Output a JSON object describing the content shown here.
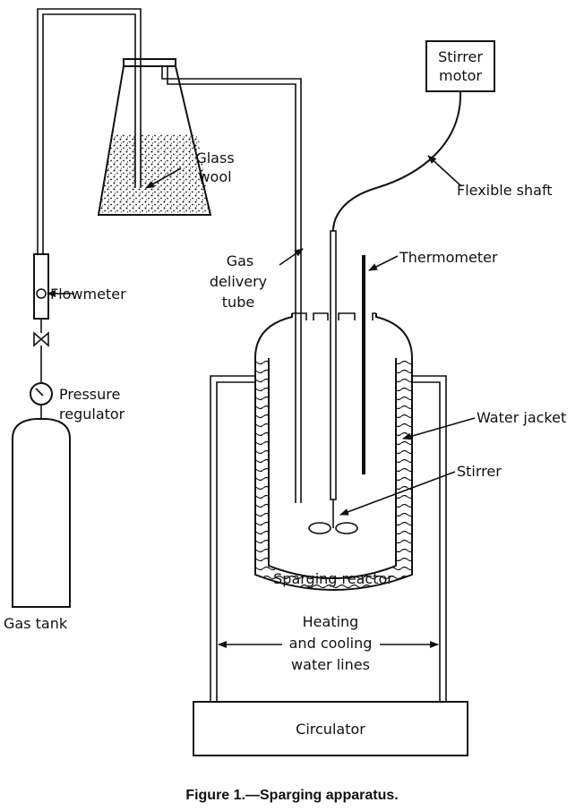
{
  "labels": {
    "stirrer_motor_line1": "Stirrer",
    "stirrer_motor_line2": "motor",
    "glass_wool_line1": "Glass",
    "glass_wool_line2": "wool",
    "flexible_shaft": "Flexible shaft",
    "gas_delivery_line1": "Gas",
    "gas_delivery_line2": "delivery",
    "gas_delivery_line3": "tube",
    "thermometer": "Thermometer",
    "flowmeter": "Flowmeter",
    "pressure_line1": "Pressure",
    "pressure_line2": "regulator",
    "water_jacket": "Water jacket",
    "stirrer": "Stirrer",
    "sparging_reactor": "Sparging reactor",
    "gas_tank": "Gas tank",
    "heating_line1": "Heating",
    "heating_line2": "and cooling",
    "heating_line3": "water lines",
    "circulator": "Circulator"
  },
  "caption": "Figure 1.—Sparging apparatus."
}
